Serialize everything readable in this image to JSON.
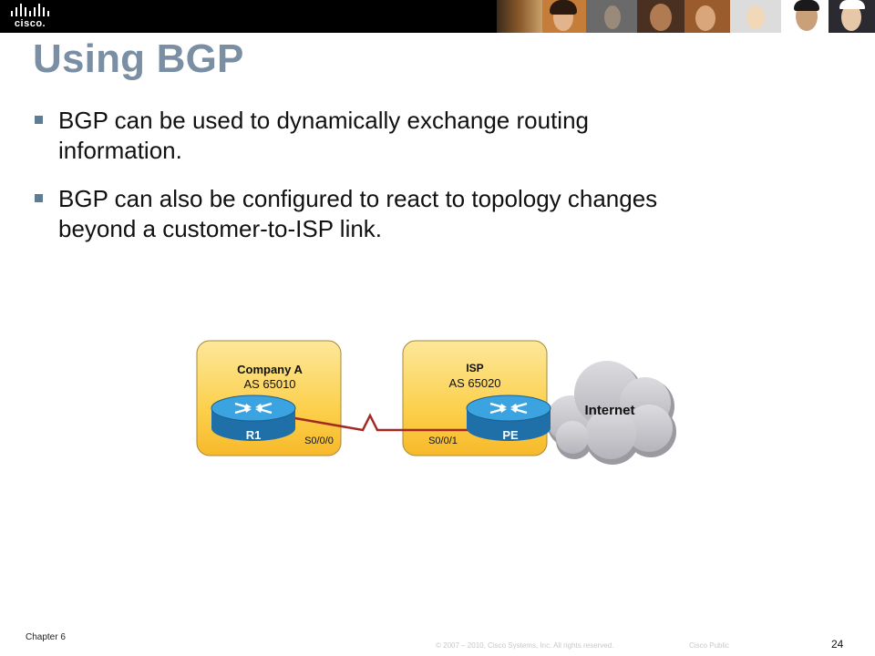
{
  "header": {
    "logo_text": "cisco.",
    "logo_icon": "cisco-bridge-logo-icon"
  },
  "slide": {
    "title": "Using BGP",
    "bullets": [
      {
        "line1": "BGP can be used to dynamically exchange routing",
        "line2": "information."
      },
      {
        "line1": "BGP can also be configured to react to topology changes",
        "line2": "beyond a customer-to-ISP link."
      }
    ]
  },
  "diagram": {
    "company": {
      "name": "Company A",
      "as": "AS 65010",
      "router": "R1",
      "interface": "S0/0/0"
    },
    "isp": {
      "name": "ISP",
      "as": "AS 65020",
      "router": "PE",
      "interface": "S0/0/1"
    },
    "cloud": {
      "label": "Internet"
    },
    "colors": {
      "box_fill": "#fbcb3e",
      "router_fill": "#2a8fcd",
      "link": "#a22a23",
      "cloud": "#c8c8cc"
    }
  },
  "footer": {
    "chapter": "Chapter 6",
    "copyright": "© 2007 – 2010, Cisco Systems, Inc. All rights reserved.",
    "classification": "Cisco Public",
    "page": "24"
  }
}
